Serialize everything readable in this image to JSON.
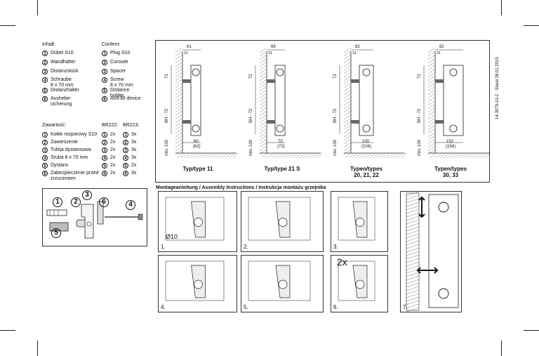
{
  "legend_de_en": {
    "header_de": "Inhalt:",
    "header_en": "Content:",
    "items": [
      {
        "n": "1",
        "de": "Dübel S10",
        "en": "Plug S10"
      },
      {
        "n": "2",
        "de": "Wandhalter",
        "en": "Console"
      },
      {
        "n": "3",
        "de": "Distanzstück",
        "en": "Spacer"
      },
      {
        "n": "4",
        "de": "Schraube\n8 x 70 mm",
        "en": "Screw\n8 x 70 mm"
      },
      {
        "n": "5",
        "de": "Distanzhalter",
        "en": "Distance\nholder"
      },
      {
        "n": "6",
        "de": "Aushebe-\nsicherung",
        "en": "Anti-lift device"
      }
    ]
  },
  "legend_pl": {
    "header": "Zawartość:",
    "col1": "BR222:",
    "col2": "BR223:",
    "items": [
      {
        "n": "1",
        "pl": "Kołek rozporowy S10",
        "a": "2x",
        "b": "3x"
      },
      {
        "n": "2",
        "pl": "Zawieszenie",
        "a": "2x",
        "b": "3x"
      },
      {
        "n": "3",
        "pl": "Tuleja dystansowa",
        "a": "2x",
        "b": "3x"
      },
      {
        "n": "4",
        "pl": "Śruba 8 x 70 mm",
        "a": "2x",
        "b": "3x"
      },
      {
        "n": "5",
        "pl": "Dystans",
        "a": "2x",
        "b": "2x"
      },
      {
        "n": "6",
        "pl": "Zabezpieczenie przed\nzrzuceniem",
        "a": "2x",
        "b": "3x"
      }
    ]
  },
  "side_note": "14-3075-10-2 · Stand 26.01.2015",
  "types": [
    {
      "caption": "Typ/type 11",
      "top": "61",
      "top2": "31",
      "bottom": "60",
      "bottom2": "(62)"
    },
    {
      "caption": "Typ/type 21 S",
      "top": "66",
      "top2": "31",
      "bottom": "70",
      "bottom2": "(72)"
    },
    {
      "caption": "Typen/types\n20, 21, 22",
      "top": "82",
      "top2": "31",
      "bottom": "100",
      "bottom2": "(104)"
    },
    {
      "caption": "Typen/types\n30, 33",
      "top": "82",
      "top2": "31",
      "bottom": "152",
      "bottom2": "(154)"
    }
  ],
  "dims": {
    "d72": "72",
    "bh": "BH - 72",
    "min100": "min. 100"
  },
  "assembly_title": "Montageanleitung / Assembly Instructions / Instrukcja montażu grzejnika",
  "parts_callouts": [
    "1",
    "2",
    "3",
    "6",
    "4",
    "5"
  ],
  "steps": [
    {
      "label": "1.",
      "text": "Ø10"
    },
    {
      "label": "2.",
      "text": ""
    },
    {
      "label": "3.",
      "text": ""
    },
    {
      "label": "4.",
      "text": ""
    },
    {
      "label": "5.",
      "text": ""
    },
    {
      "label": "6.",
      "text": "2x"
    },
    {
      "label": "7.",
      "text": ""
    }
  ]
}
